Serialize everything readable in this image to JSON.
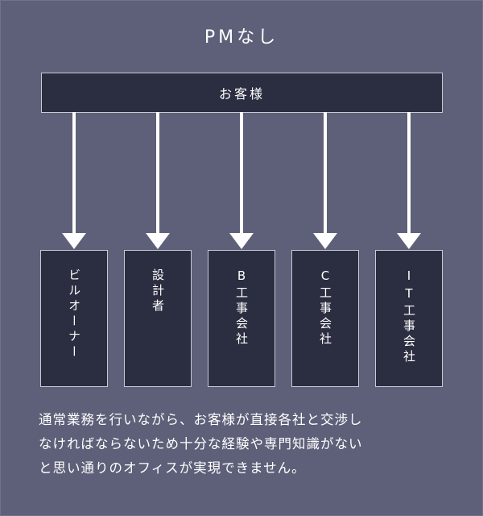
{
  "diagram": {
    "title": "PMなし",
    "client": "お客様",
    "parties": [
      {
        "label": "ビルオーナー"
      },
      {
        "label": "設計者"
      },
      {
        "label": "B工事会社"
      },
      {
        "label": "C工事会社"
      },
      {
        "label": "IT工事会社"
      }
    ],
    "note_lines": [
      "通常業務を行いながら、お客様が直接各社と交渉し",
      "なければならないため十分な経験や専門知識がない",
      "と思い通りのオフィスが実現できません。"
    ]
  }
}
